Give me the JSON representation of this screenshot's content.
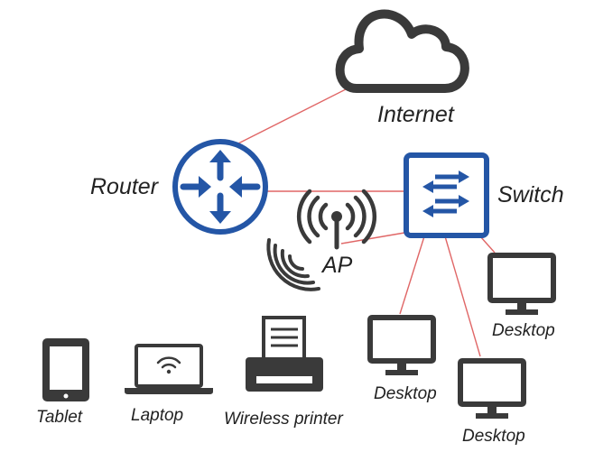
{
  "nodes": {
    "internet": {
      "label": "Internet",
      "icon": "cloud-icon"
    },
    "router": {
      "label": "Router",
      "icon": "router-icon"
    },
    "switch": {
      "label": "Switch",
      "icon": "switch-icon"
    },
    "ap": {
      "label": "AP",
      "icon": "wireless-access-point-icon"
    },
    "desktop_1": {
      "label": "Desktop",
      "icon": "monitor-icon"
    },
    "desktop_2": {
      "label": "Desktop",
      "icon": "monitor-icon"
    },
    "desktop_3": {
      "label": "Desktop",
      "icon": "monitor-icon"
    },
    "tablet": {
      "label": "Tablet",
      "icon": "tablet-icon"
    },
    "laptop": {
      "label": "Laptop",
      "icon": "laptop-icon"
    },
    "printer": {
      "label": "Wireless printer",
      "icon": "printer-icon"
    }
  },
  "links": [
    {
      "from": "router",
      "to": "internet"
    },
    {
      "from": "router",
      "to": "switch"
    },
    {
      "from": "switch",
      "to": "ap"
    },
    {
      "from": "switch",
      "to": "desktop_1"
    },
    {
      "from": "switch",
      "to": "desktop_2"
    },
    {
      "from": "switch",
      "to": "desktop_3"
    }
  ],
  "colors": {
    "link": "#e06666",
    "icon": "#3a3a3a",
    "accent": "#2456a6"
  }
}
